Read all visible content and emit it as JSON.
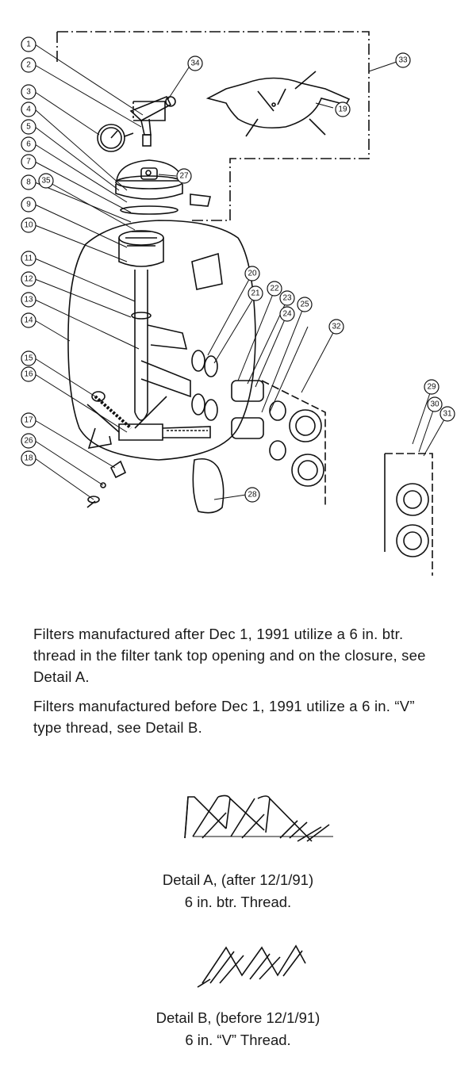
{
  "diagram": {
    "callouts": [
      "1",
      "2",
      "3",
      "4",
      "5",
      "6",
      "7",
      "8",
      "35",
      "9",
      "10",
      "11",
      "12",
      "13",
      "14",
      "15",
      "16",
      "17",
      "26",
      "18",
      "19",
      "20",
      "21",
      "22",
      "23",
      "24",
      "25",
      "27",
      "28",
      "29",
      "30",
      "31",
      "32",
      "33",
      "34"
    ]
  },
  "notes": {
    "after_text": "Filters manufactured after Dec 1, 1991 utilize a 6 in. btr. thread in the filter tank top opening and on the closure, see Detail A.",
    "before_text": "Filters manufactured before Dec 1, 1991 utilize a 6 in. “V” type thread, see Detail B."
  },
  "details": {
    "a_line1": "Detail A, (after 12/1/91)",
    "a_line2": "6 in. btr. Thread.",
    "b_line1": "Detail B, (before 12/1/91)",
    "b_line2": "6 in. “V” Thread."
  }
}
